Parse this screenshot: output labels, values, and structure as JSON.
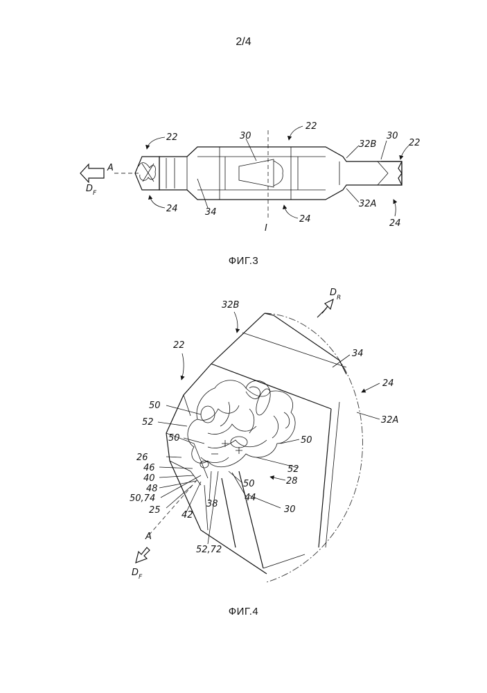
{
  "page_number": "2/4",
  "fig3": {
    "caption": "ФИГ.3",
    "labels": {
      "l22a": "22",
      "l22b": "22",
      "l22c": "22",
      "l24a": "24",
      "l24b": "24",
      "l24c": "24",
      "l30a": "30",
      "l30b": "30",
      "l32b": "32B",
      "l32a": "32A",
      "l34": "34",
      "lI": "I",
      "lA": "A",
      "lD": "D",
      "lDsub": "F"
    }
  },
  "fig4": {
    "caption": "ФИГ.4",
    "labels": {
      "l32b": "32B",
      "lDR": "D",
      "lDRsub": "R",
      "l22": "22",
      "l34": "34",
      "l24": "24",
      "l32a": "32A",
      "l50a": "50",
      "l52a": "52",
      "l50b": "50",
      "l50c": "50",
      "l26": "26",
      "l46": "46",
      "l40": "40",
      "l48": "48",
      "l5074": "50,74",
      "l25": "25",
      "l42": "42",
      "l38": "38",
      "l50d": "50",
      "l44": "44",
      "l52b": "52",
      "l28": "28",
      "l30": "30",
      "l5272": "52,72",
      "lA": "A",
      "lDF": "D",
      "lDFsub": "F"
    }
  }
}
